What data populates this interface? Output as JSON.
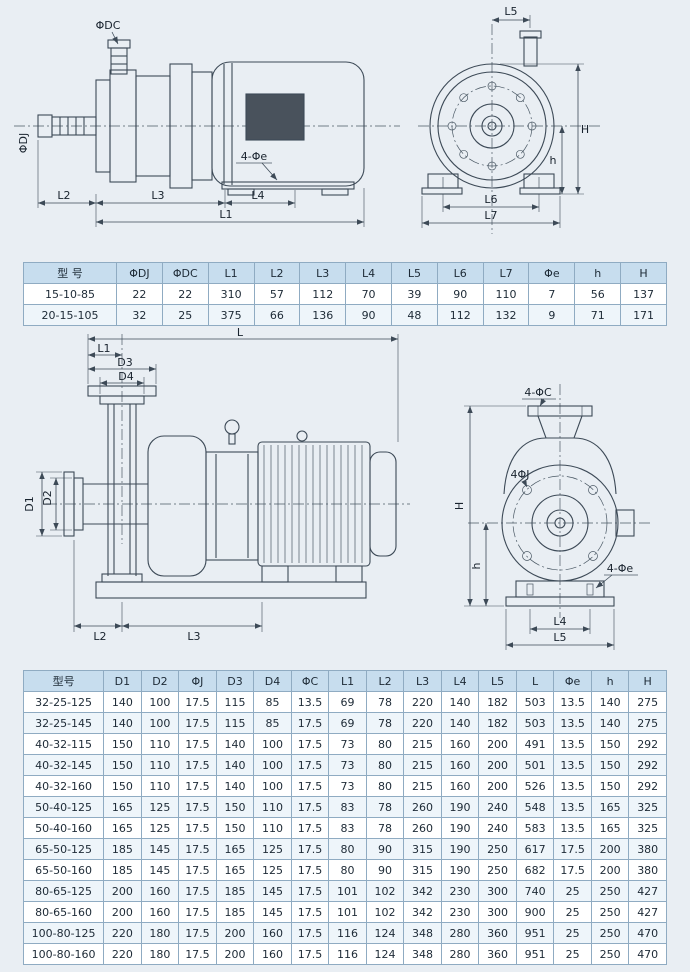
{
  "page": {
    "bg": "#e9eef3"
  },
  "drawing1": {
    "labels": {
      "dc": "ΦDC",
      "dj": "ΦDJ",
      "e": "4-Φe",
      "l1": "L1",
      "l2": "L2",
      "l3": "L3",
      "l4": "L4",
      "l5": "L5",
      "l6": "L6",
      "l7": "L7",
      "H": "H",
      "h": "h"
    }
  },
  "table1": {
    "headers": [
      "型 号",
      "ΦDJ",
      "ΦDC",
      "L1",
      "L2",
      "L3",
      "L4",
      "L5",
      "L6",
      "L7",
      "Φe",
      "h",
      "H"
    ],
    "rows": [
      [
        "15-10-85",
        "22",
        "22",
        "310",
        "57",
        "112",
        "70",
        "39",
        "90",
        "110",
        "7",
        "56",
        "137"
      ],
      [
        "20-15-105",
        "32",
        "25",
        "375",
        "66",
        "136",
        "90",
        "48",
        "112",
        "132",
        "9",
        "71",
        "171"
      ]
    ]
  },
  "drawing2": {
    "labels": {
      "L": "L",
      "l1": "L1",
      "d3": "D3",
      "d4": "D4",
      "d1": "D1",
      "d2": "D2",
      "l2": "L2",
      "l3": "L3",
      "c": "4-ΦC",
      "j": "4ΦJ",
      "H": "H",
      "h": "h",
      "e": "4-Φe",
      "l4": "L4",
      "l5": "L5"
    }
  },
  "table2": {
    "headers": [
      "型号",
      "D1",
      "D2",
      "ΦJ",
      "D3",
      "D4",
      "ΦC",
      "L1",
      "L2",
      "L3",
      "L4",
      "L5",
      "L",
      "Φe",
      "h",
      "H"
    ],
    "rows": [
      [
        "32-25-125",
        "140",
        "100",
        "17.5",
        "115",
        "85",
        "13.5",
        "69",
        "78",
        "220",
        "140",
        "182",
        "503",
        "13.5",
        "140",
        "275"
      ],
      [
        "32-25-145",
        "140",
        "100",
        "17.5",
        "115",
        "85",
        "17.5",
        "69",
        "78",
        "220",
        "140",
        "182",
        "503",
        "13.5",
        "140",
        "275"
      ],
      [
        "40-32-115",
        "150",
        "110",
        "17.5",
        "140",
        "100",
        "17.5",
        "73",
        "80",
        "215",
        "160",
        "200",
        "491",
        "13.5",
        "150",
        "292"
      ],
      [
        "40-32-145",
        "150",
        "110",
        "17.5",
        "140",
        "100",
        "17.5",
        "73",
        "80",
        "215",
        "160",
        "200",
        "501",
        "13.5",
        "150",
        "292"
      ],
      [
        "40-32-160",
        "150",
        "110",
        "17.5",
        "140",
        "100",
        "17.5",
        "73",
        "80",
        "215",
        "160",
        "200",
        "526",
        "13.5",
        "150",
        "292"
      ],
      [
        "50-40-125",
        "165",
        "125",
        "17.5",
        "150",
        "110",
        "17.5",
        "83",
        "78",
        "260",
        "190",
        "240",
        "548",
        "13.5",
        "165",
        "325"
      ],
      [
        "50-40-160",
        "165",
        "125",
        "17.5",
        "150",
        "110",
        "17.5",
        "83",
        "78",
        "260",
        "190",
        "240",
        "583",
        "13.5",
        "165",
        "325"
      ],
      [
        "65-50-125",
        "185",
        "145",
        "17.5",
        "165",
        "125",
        "17.5",
        "80",
        "90",
        "315",
        "190",
        "250",
        "617",
        "17.5",
        "200",
        "380"
      ],
      [
        "65-50-160",
        "185",
        "145",
        "17.5",
        "165",
        "125",
        "17.5",
        "80",
        "90",
        "315",
        "190",
        "250",
        "682",
        "17.5",
        "200",
        "380"
      ],
      [
        "80-65-125",
        "200",
        "160",
        "17.5",
        "185",
        "145",
        "17.5",
        "101",
        "102",
        "342",
        "230",
        "300",
        "740",
        "25",
        "250",
        "427"
      ],
      [
        "80-65-160",
        "200",
        "160",
        "17.5",
        "185",
        "145",
        "17.5",
        "101",
        "102",
        "342",
        "230",
        "300",
        "900",
        "25",
        "250",
        "427"
      ],
      [
        "100-80-125",
        "220",
        "180",
        "17.5",
        "200",
        "160",
        "17.5",
        "116",
        "124",
        "348",
        "280",
        "360",
        "951",
        "25",
        "250",
        "470"
      ],
      [
        "100-80-160",
        "220",
        "180",
        "17.5",
        "200",
        "160",
        "17.5",
        "116",
        "124",
        "348",
        "280",
        "360",
        "951",
        "25",
        "250",
        "470"
      ]
    ]
  }
}
